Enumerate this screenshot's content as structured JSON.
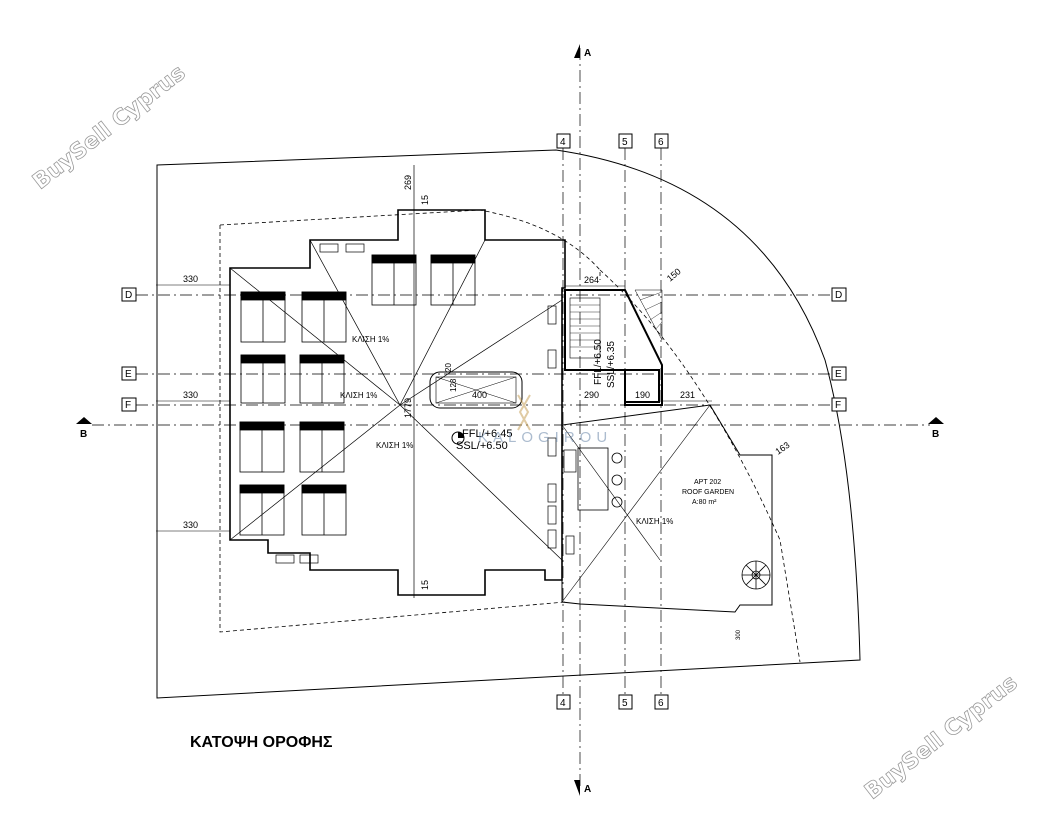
{
  "drawing": {
    "title": "ΚΑΤΟΨΗ ΟΡΟΦΗΣ",
    "watermark": "BuySell Cyprus",
    "agency_logo": "KALOGIROU",
    "section_markers": {
      "a": "A",
      "b": "B"
    },
    "grid_labels": {
      "col4": "4",
      "col5": "5",
      "col6": "6",
      "rowD": "D",
      "rowE": "E",
      "rowF": "F"
    },
    "dimensions": {
      "d269": "269",
      "d330a": "330",
      "d330b": "330",
      "d330c": "330",
      "d264": "264",
      "d150": "150",
      "d163": "163",
      "d231": "231",
      "d290": "290",
      "d190": "190",
      "d1779": "1779",
      "d400": "400",
      "d15a": "15",
      "d15b": "15",
      "d300": "300",
      "d20": "20",
      "d128": "128"
    },
    "levels": {
      "ffl_stair": "FFL/+6.50",
      "ssl_stair": "SSL/+6.35",
      "ffl_main": "FFL/+6.45",
      "ssl_main": "SSL/+6.50"
    },
    "slopes": {
      "s1": "ΚΛΙΣΗ 1%",
      "s2": "ΚΛΙΣΗ 1%",
      "s3": "ΚΛΙΣΗ 1%",
      "s4": "ΚΛΙΣΗ 1%"
    },
    "garden": {
      "apt": "APT 202",
      "name": "ROOF GARDEN",
      "area": "A:80 m²"
    }
  }
}
